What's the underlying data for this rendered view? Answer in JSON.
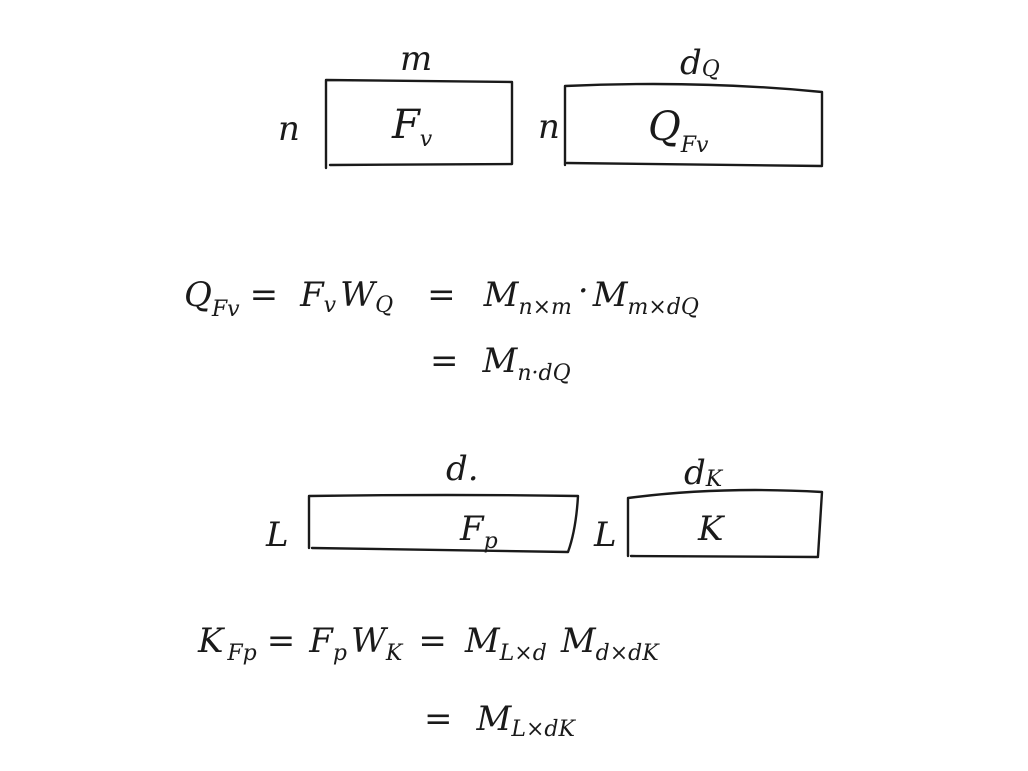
{
  "diagram": {
    "box_fv": {
      "width_label": "m",
      "height_label": "n",
      "name": "F",
      "name_sub": "v"
    },
    "box_qfv": {
      "width_label": "d",
      "width_label_sub": "Q",
      "height_label": "n",
      "name": "Q",
      "name_sub": "Fv"
    },
    "eq1_line1": {
      "lhs": "Q",
      "lhs_sub": "Fv",
      "eq_a": "=",
      "mid": "F",
      "mid_sub": "v",
      "mid2": "W",
      "mid2_sub": "Q",
      "eq_b": "=",
      "m1": "M",
      "m1_sub": "n×m",
      "dot": "·",
      "m2": "M",
      "m2_sub": "m×dQ"
    },
    "eq1_line2": {
      "eq": "=",
      "m": "M",
      "m_sub": "n·dQ"
    },
    "box_fp": {
      "width_label": "d.",
      "height_label": "L",
      "name": "F",
      "name_sub": "p"
    },
    "box_k": {
      "width_label": "d",
      "width_label_sub": "K",
      "height_label": "L",
      "name": "K"
    },
    "eq2_line1": {
      "lhs": "K",
      "lhs_sub": "Fp",
      "eq_a": "=",
      "mid": "F",
      "mid_sub": "p",
      "mid2": "W",
      "mid2_sub": "K",
      "eq_b": "=",
      "m1": "M",
      "m1_sub": "L×d",
      "m2": "M",
      "m2_sub": "d×dK"
    },
    "eq2_line2": {
      "eq": "=",
      "m": "M",
      "m_sub": "L×dK"
    }
  }
}
